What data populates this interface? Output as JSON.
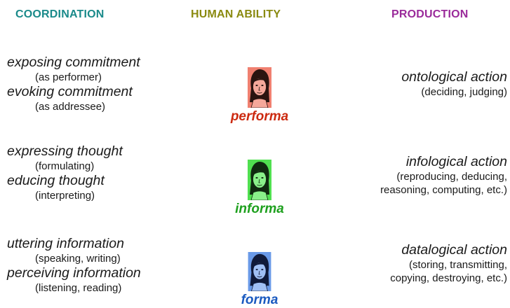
{
  "headers": {
    "coordination": "COORDINATION",
    "human_ability": "HUMAN ABILITY",
    "production": "PRODUCTION"
  },
  "colors": {
    "coordination": "#1a8a8a",
    "human_ability": "#8a8a10",
    "production": "#9a2a9a",
    "performa": "#cc2a10",
    "informa": "#1ea01e",
    "forma": "#1a5ac0",
    "performa_face_bg": "#f08070",
    "informa_face_bg": "#50e050",
    "forma_face_bg": "#6a9ae8"
  },
  "rows": [
    {
      "coordination": [
        {
          "action": "exposing commitment",
          "detail": "(as performer)"
        },
        {
          "action": "evoking commitment",
          "detail": "(as addressee)"
        }
      ],
      "ability": "performa",
      "icon": "woman-face-icon",
      "production": {
        "action": "ontological action",
        "detail": [
          "(deciding, judging)"
        ]
      }
    },
    {
      "coordination": [
        {
          "action": "expressing thought",
          "detail": "(formulating)"
        },
        {
          "action": "educing thought",
          "detail": "(interpreting)"
        }
      ],
      "ability": "informa",
      "icon": "woman-face-icon",
      "production": {
        "action": "infological action",
        "detail": [
          "(reproducing, deducing,",
          "reasoning, computing, etc.)"
        ]
      }
    },
    {
      "coordination": [
        {
          "action": "uttering information",
          "detail": "(speaking, writing)"
        },
        {
          "action": "perceiving information",
          "detail": "(listening, reading)"
        }
      ],
      "ability": "forma",
      "icon": "woman-face-icon",
      "production": {
        "action": "datalogical action",
        "detail": [
          "(storing, transmitting,",
          "copying, destroying, etc.)"
        ]
      }
    }
  ]
}
